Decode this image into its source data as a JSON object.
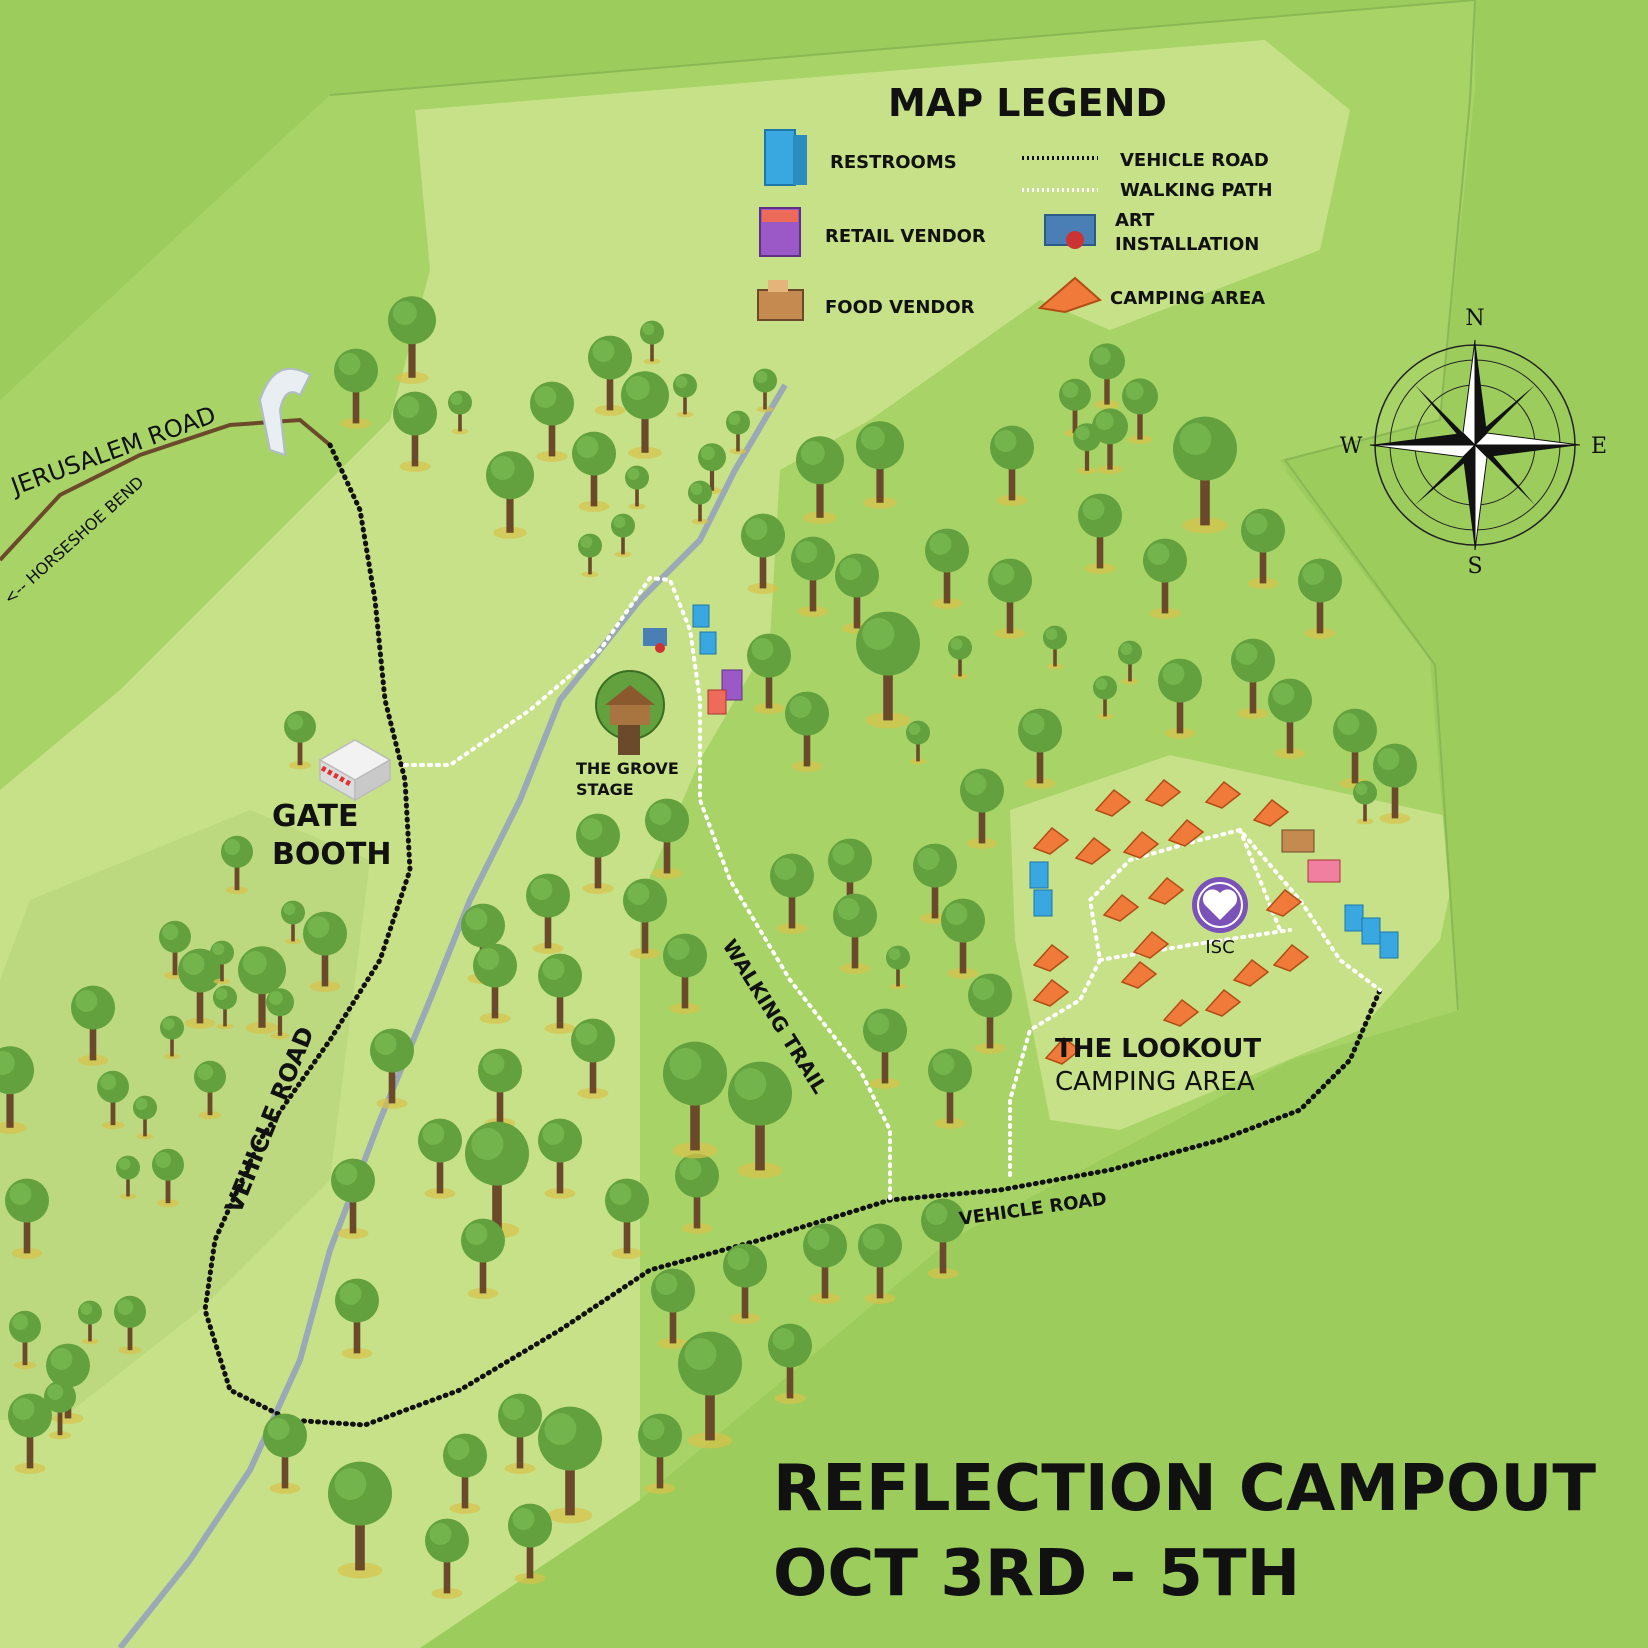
{
  "legend": {
    "title": "MAP LEGEND",
    "items": {
      "restrooms": "RESTROOMS",
      "retail_vendor": "RETAIL VENDOR",
      "food_vendor": "FOOD VENDOR",
      "vehicle_road": "VEHICLE ROAD",
      "walking_path": "WALKING PATH",
      "art_installation_line1": "ART",
      "art_installation_line2": "INSTALLATION",
      "camping_area": "CAMPING AREA"
    }
  },
  "compass": {
    "north": "N",
    "south": "S",
    "east": "E",
    "west": "W"
  },
  "labels": {
    "jerusalem_road": "JERUSALEM ROAD",
    "horseshoe_bend": "<-- HORSESHOE BEND",
    "gate_booth_line1": "GATE",
    "gate_booth_line2": "BOOTH",
    "grove_stage_line1": "THE GROVE",
    "grove_stage_line2": "STAGE",
    "vehicle_road_west": "VEHICLE ROAD",
    "vehicle_road_south": "VEHICLE ROAD",
    "walking_trail": "WALKING TRAIL",
    "lookout_line1": "THE LOOKOUT",
    "lookout_line2": "CAMPING AREA",
    "isc": "ISC"
  },
  "event": {
    "title": "REFLECTION CAMPOUT",
    "dates": "OCT 3RD - 5TH"
  },
  "colors": {
    "grass_dark": "#9ccc5c",
    "grass_mid": "#a9d468",
    "grass_light": "#c6e187",
    "tree_canopy": "#62a13e",
    "tree_trunk": "#6b4a2b",
    "river": "#9aa9b5",
    "road": "#111111",
    "path": "#ffffff",
    "tent": "#f07a3a",
    "restroom": "#3aa8e0",
    "isc": "#7b52b8"
  }
}
